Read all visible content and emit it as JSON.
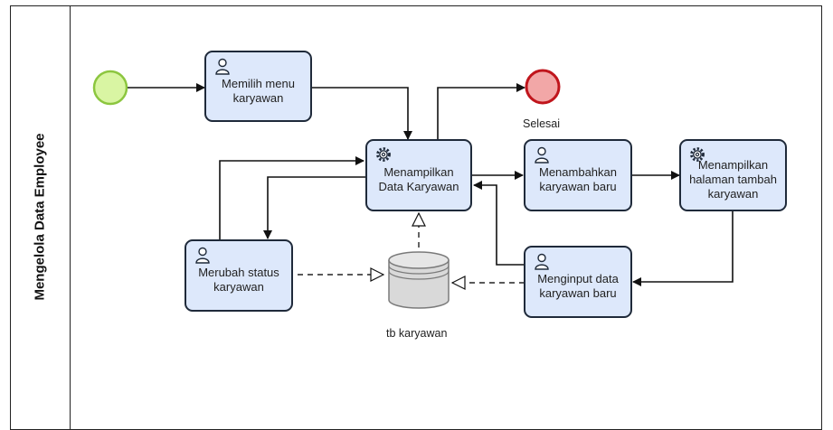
{
  "lane": {
    "title": "Mengelola Data Employee"
  },
  "tasks": {
    "pilih_menu": {
      "label": "Memilih menu\nkaryawan",
      "icon": "user-icon"
    },
    "tampil_data": {
      "label": "Menampilkan\nData Karyawan",
      "icon": "gear-icon"
    },
    "tambah": {
      "label": "Menambahkan\nkaryawan baru",
      "icon": "user-icon"
    },
    "halaman_tambah": {
      "label": "Menampilkan\nhalaman tambah\nkaryawan",
      "icon": "gear-icon"
    },
    "ubah_status": {
      "label": "Merubah status\nkaryawan",
      "icon": "user-icon"
    },
    "input_data": {
      "label": "Menginput data\nkaryawan baru",
      "icon": "user-icon"
    }
  },
  "end_event": {
    "label": "Selesai"
  },
  "datastore": {
    "label": "tb karyawan"
  },
  "colors": {
    "task_fill": "#dde8fb",
    "task_border": "#1f2a3a",
    "start_fill": "#d9f5a3",
    "start_border": "#8cc63f",
    "end_fill": "#f2a7a7",
    "end_border": "#c0151c"
  }
}
